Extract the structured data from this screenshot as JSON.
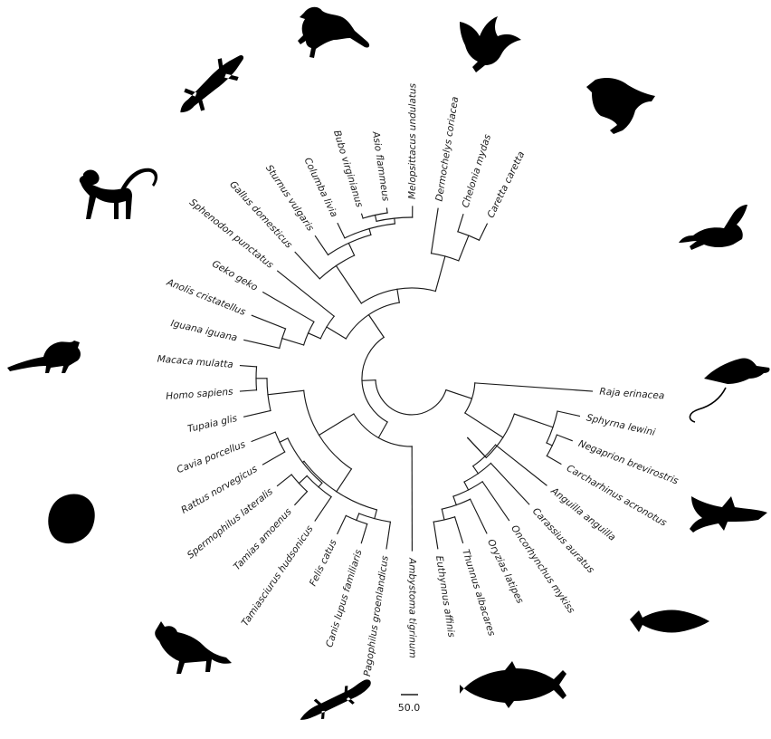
{
  "tree": {
    "type": "circular-phylogeny",
    "taxa": [
      "Raja erinacea",
      "Sphyrna lewini",
      "Negaprion brevirostris",
      "Carcharhinus acronotus",
      "Anguilla anguilla",
      "Carassius auratus",
      "Oncorhynchus mykiss",
      "Oryzias latipes",
      "Thunnus albacares",
      "Euthynnus affinis",
      "Ambystoma tigrinum",
      "Pagophilus groenlandicus",
      "Canis lupus familiaris",
      "Felis catus",
      "Tamiasciurus hudsonicus",
      "Tamias amoenus",
      "Spermophilus lateralis",
      "Rattus norvegicus",
      "Cavia porcellus",
      "Tupaia glis",
      "Homo sapiens",
      "Macaca mulatta",
      "Iguana iguana",
      "Anolis cristatellus",
      "Geko geko",
      "Sphenodon punctatus",
      "Gallus domesticus",
      "Sturnus vulgaris",
      "Columba livia",
      "Bubo virginianus",
      "Asio flammeus",
      "Melopsittacus undulatus",
      "Dermochelys coriacea",
      "Chelonia mydas",
      "Caretta caretta"
    ]
  },
  "scale_bar": {
    "label": "50.0"
  },
  "silhouettes": [
    {
      "name": "lizard-tuatara-icon"
    },
    {
      "name": "bird-flying-icon"
    },
    {
      "name": "owl-icon"
    },
    {
      "name": "gecko-icon"
    },
    {
      "name": "monkey-icon"
    },
    {
      "name": "sea-turtle-icon"
    },
    {
      "name": "rodent-icon"
    },
    {
      "name": "stingray-icon"
    },
    {
      "name": "squirrel-icon"
    },
    {
      "name": "shark-icon"
    },
    {
      "name": "fish-icon"
    },
    {
      "name": "cat-icon"
    },
    {
      "name": "salamander-icon"
    },
    {
      "name": "tuna-icon"
    }
  ]
}
